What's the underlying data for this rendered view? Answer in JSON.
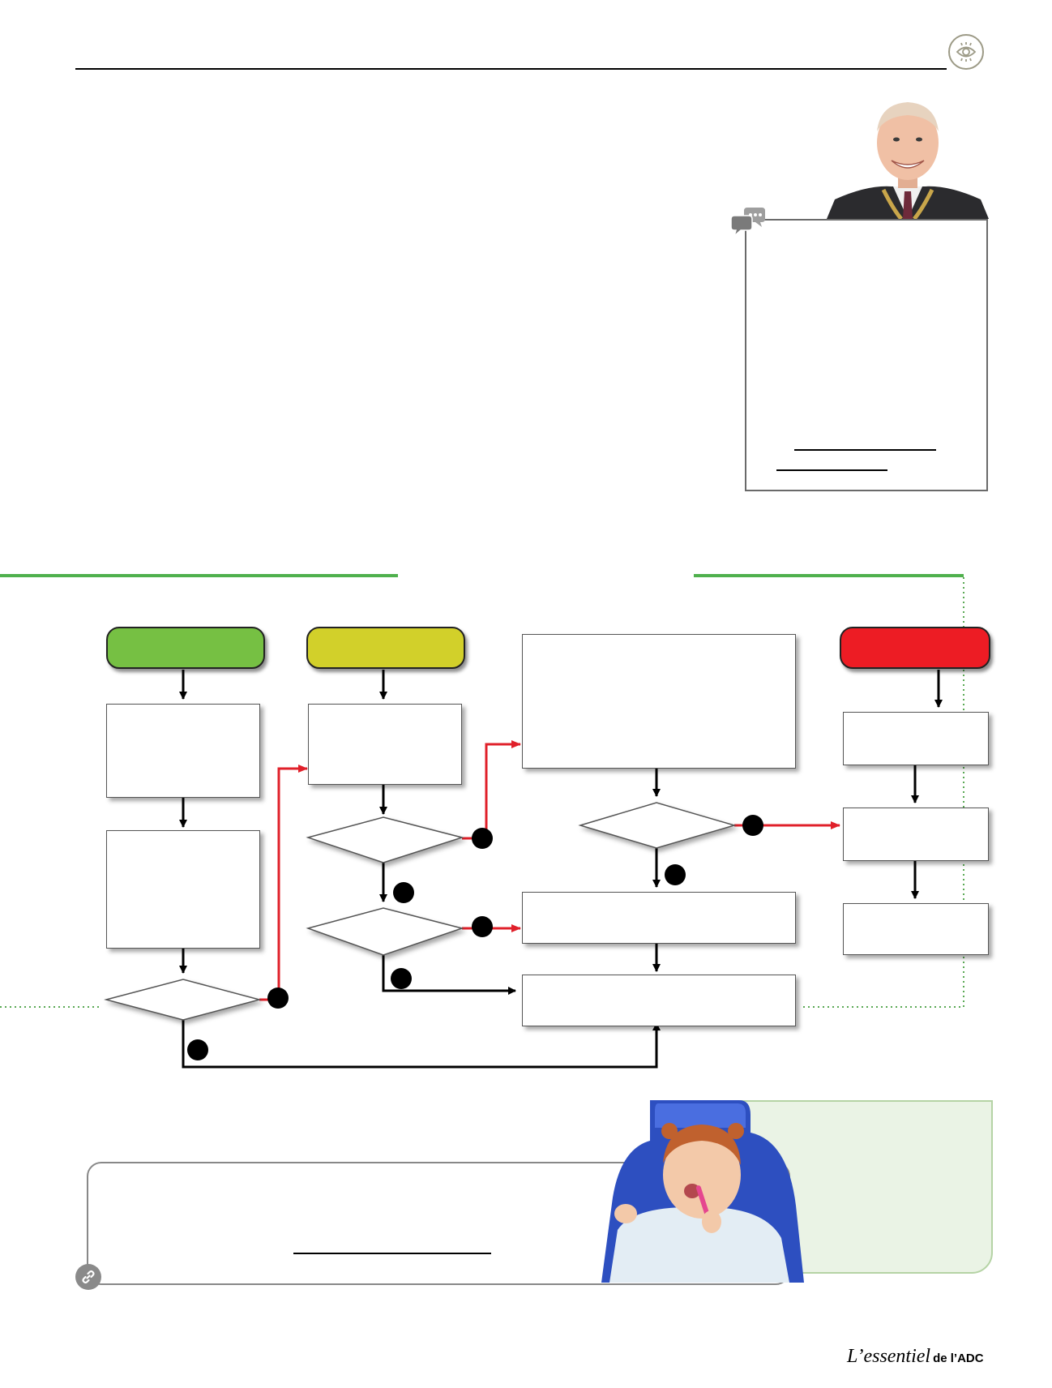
{
  "header": {
    "rule": "",
    "eye_icon": "eye-icon"
  },
  "quote_panel": {
    "text": "",
    "link_text": "",
    "author_photo": "portrait-photo",
    "icon": "speech-bubbles-icon"
  },
  "flowchart": {
    "start_pills": [
      {
        "label": "",
        "color": "#76c043"
      },
      {
        "label": "",
        "color": "#d2d02a"
      },
      {
        "label": "",
        "color": "#ed1c24"
      }
    ],
    "boxes": [
      "",
      "",
      "",
      "",
      "",
      "",
      "",
      "",
      "",
      ""
    ],
    "decisions": [
      "",
      "",
      "",
      ""
    ],
    "markers": [
      "",
      "",
      "",
      "",
      "",
      "",
      "",
      ""
    ],
    "accent_colors": {
      "green": "#4fb04d",
      "red_arrow": "#e0202a",
      "dotted": "#5aa954"
    }
  },
  "footer": {
    "card_text": "",
    "link_text": "",
    "link_icon": "link-icon",
    "side_panel_text": "",
    "child_photo": "child-toothbrush-photo",
    "brand": {
      "script": "L’essentiel",
      "bold": "de l’ADC"
    }
  }
}
